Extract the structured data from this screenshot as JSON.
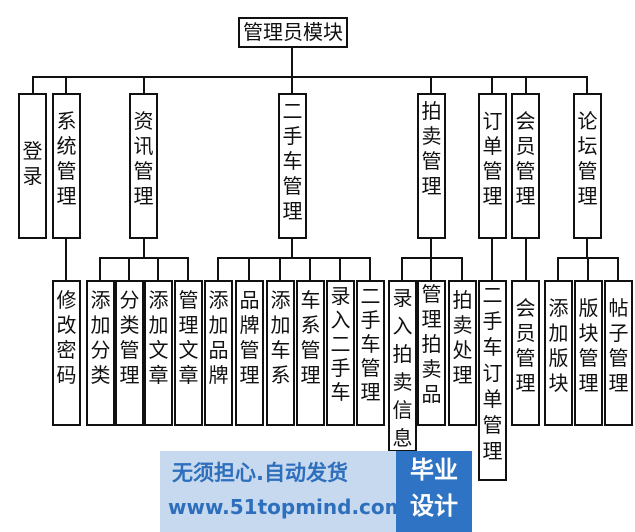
{
  "root": "管理员模块",
  "modules": [
    {
      "id": "login",
      "label": "登录",
      "children": []
    },
    {
      "id": "system",
      "label": "系统管理",
      "children": [
        "修改密码"
      ]
    },
    {
      "id": "news",
      "label": "资讯管理",
      "children": [
        "添加分类",
        "分类管理",
        "添加文章",
        "管理文章"
      ]
    },
    {
      "id": "car",
      "label": "二手车管理",
      "children": [
        "添加品牌",
        "品牌管理",
        "添加车系",
        "车系管理",
        "录入二手车",
        "二手车管理"
      ]
    },
    {
      "id": "auction",
      "label": "拍卖管理",
      "children": [
        "录入拍卖信息",
        "管理拍卖品",
        "拍卖处理"
      ]
    },
    {
      "id": "order",
      "label": "订单管理",
      "children": [
        "二手车订单管理"
      ]
    },
    {
      "id": "member",
      "label": "会员管理",
      "children": [
        "会员管理"
      ]
    },
    {
      "id": "forum",
      "label": "论坛管理",
      "children": [
        "添加版块",
        "版块管理",
        "帖子管理"
      ]
    }
  ],
  "watermark": {
    "line1": "无须担心.自动发货",
    "url": "www.51topmind.com",
    "badge_line1": "毕业",
    "badge_line2": "设计"
  }
}
